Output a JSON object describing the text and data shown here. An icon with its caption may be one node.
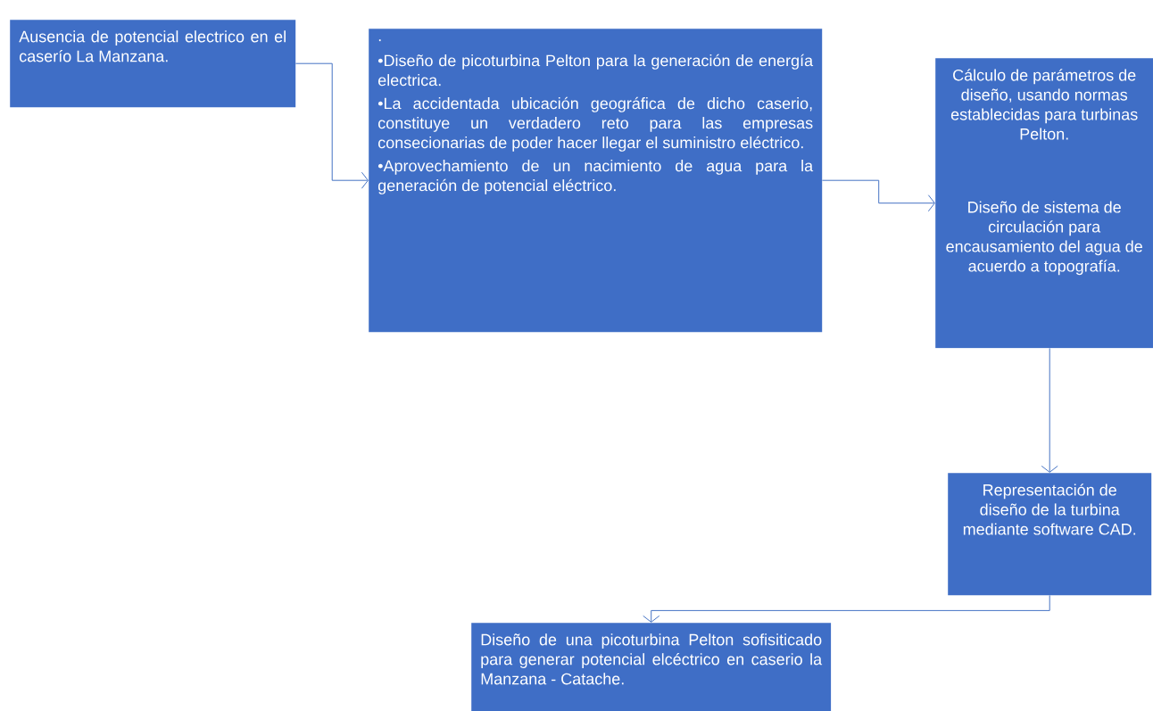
{
  "diagram": {
    "nodes": [
      {
        "text": [
          "Ausencia de potencial electrico en el caserío La Manzana."
        ]
      },
      {
        "text": [
          ".",
          "•Diseño de picoturbina Pelton para la generación de energía electrica.",
          "•La accidentada ubicación geográfica de dicho caserio, constituye un verdadero reto para las empresas consecionarias de poder hacer llegar el suministro eléctrico.",
          "•Aprovechamiento de un nacimiento de agua para la generación de potencial eléctrico."
        ]
      },
      {
        "text": [
          "Cálculo de parámetros de diseño, usando normas establecidas para turbinas Pelton.",
          "Diseño de sistema de circulación para encausamiento del agua de acuerdo a topografía."
        ]
      },
      {
        "text": [
          "Representación de diseño de la turbina mediante software CAD."
        ]
      },
      {
        "text": [
          "Diseño de una picoturbina Pelton sofisiticado para generar potencial elcéctrico en caserio la Manzana - Catache."
        ]
      }
    ],
    "edges": [
      {
        "from": 0,
        "to": 1,
        "arrow": "to"
      },
      {
        "from": 1,
        "to": 2,
        "arrow": "to"
      },
      {
        "from": 2,
        "to": 3,
        "arrow": "to"
      },
      {
        "from": 3,
        "to": 4,
        "arrow": "to"
      }
    ]
  }
}
